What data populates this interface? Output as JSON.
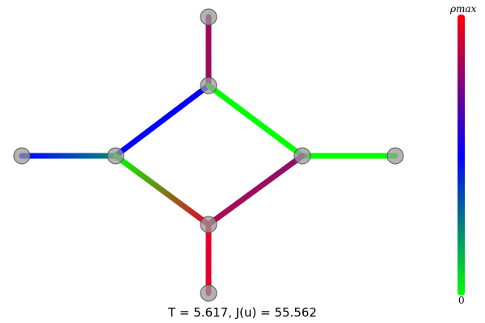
{
  "diagram": {
    "caption": "T = 5.617,   J(u) = 55.562",
    "colorbar": {
      "top_label": "ρmax",
      "bottom_label": "0",
      "stops": [
        "#00ff00",
        "#008080",
        "#0000ff",
        "#800080",
        "#ff0000"
      ]
    },
    "nodes": [
      {
        "id": "top-end"
      },
      {
        "id": "top-junction"
      },
      {
        "id": "left-end"
      },
      {
        "id": "left-junction"
      },
      {
        "id": "right-junction"
      },
      {
        "id": "right-end"
      },
      {
        "id": "bottom-junction"
      },
      {
        "id": "bottom-end"
      }
    ],
    "edges": [
      {
        "from": "top-end",
        "to": "top-junction",
        "colors": [
          "#a0085a",
          "#9a0a62"
        ]
      },
      {
        "from": "top-junction",
        "to": "left-junction",
        "colors": [
          "#0000ff",
          "#0000ff"
        ]
      },
      {
        "from": "top-junction",
        "to": "right-junction",
        "colors": [
          "#00ff00",
          "#00ff00"
        ]
      },
      {
        "from": "left-end",
        "to": "left-junction",
        "colors": [
          "#0000ff",
          "#008a78"
        ]
      },
      {
        "from": "right-junction",
        "to": "right-end",
        "colors": [
          "#00ff00",
          "#00ff00"
        ]
      },
      {
        "from": "left-junction",
        "to": "bottom-junction",
        "colors": [
          "#00ff00",
          "#e8002a"
        ]
      },
      {
        "from": "right-junction",
        "to": "bottom-junction",
        "colors": [
          "#8a1070",
          "#b00850"
        ]
      },
      {
        "from": "bottom-junction",
        "to": "bottom-end",
        "colors": [
          "#e8002a",
          "#e0002c"
        ]
      }
    ]
  }
}
